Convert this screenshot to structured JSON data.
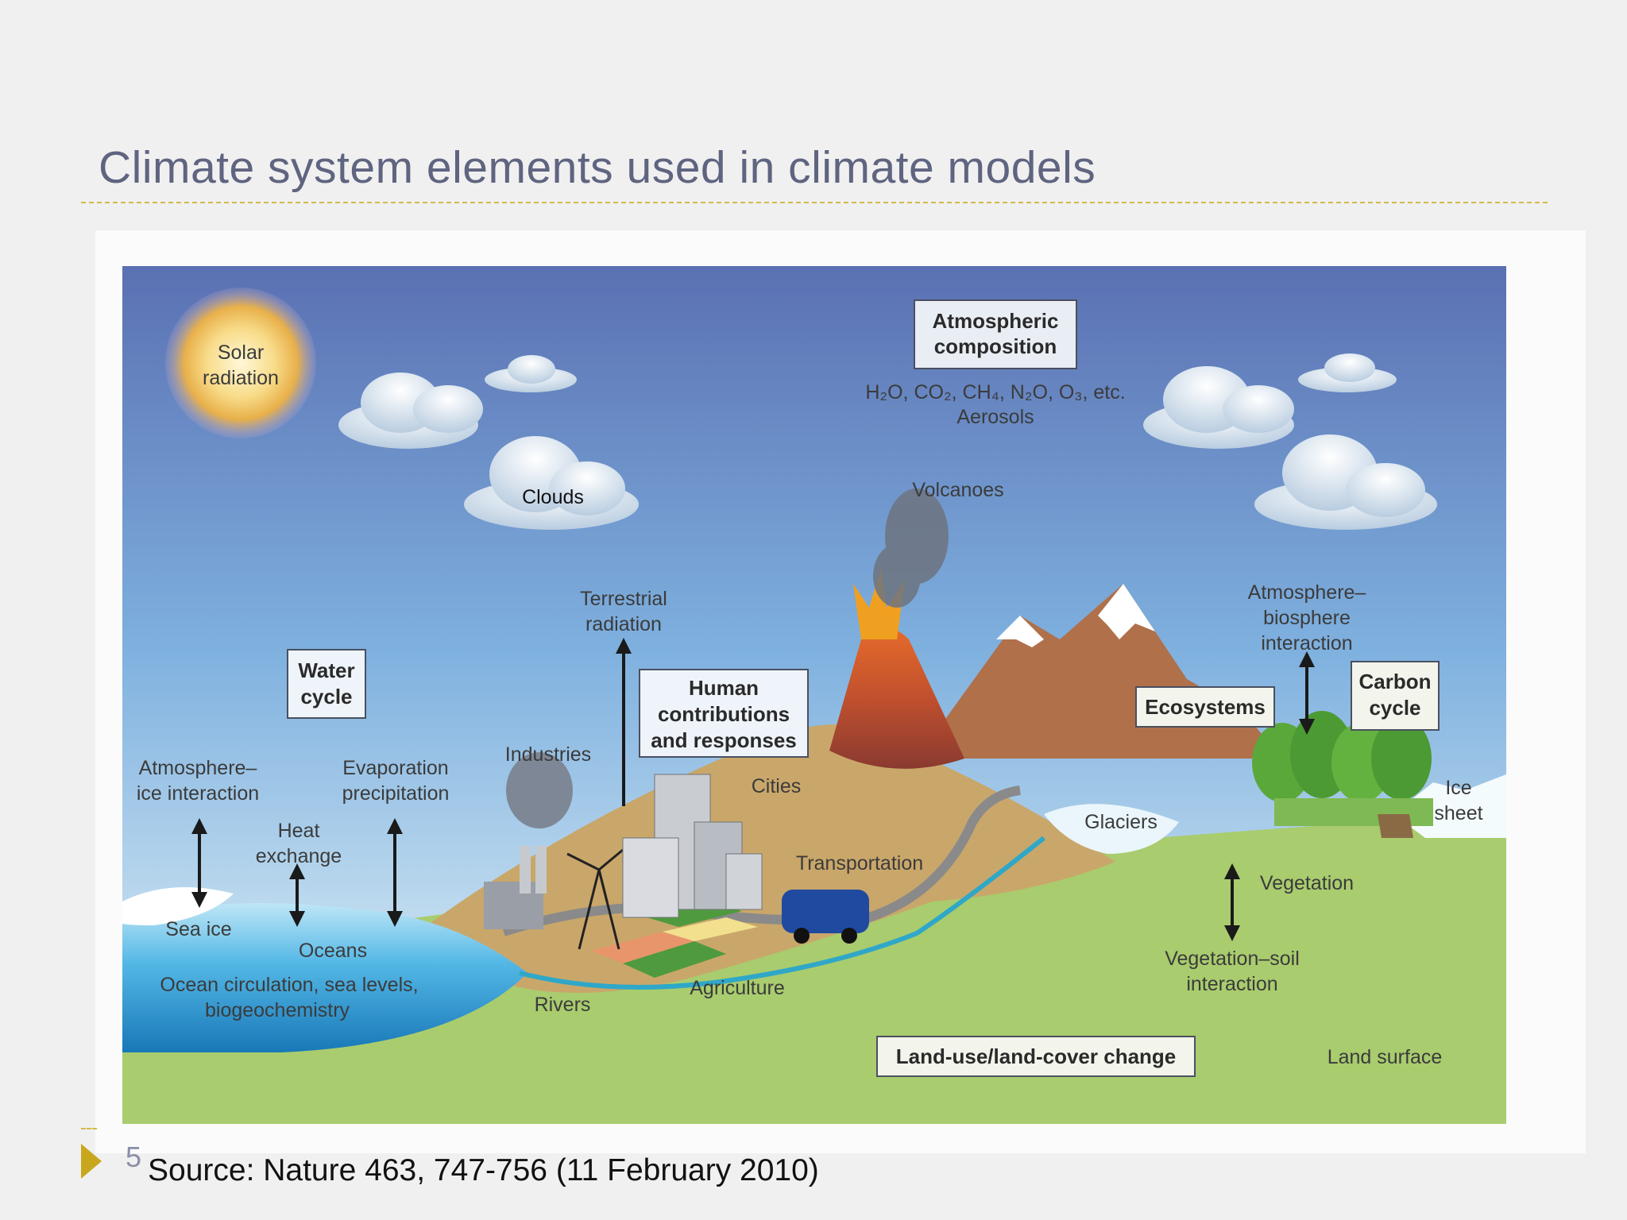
{
  "slide": {
    "title": "Climate system elements used in climate models",
    "number": "5",
    "source": "Source:  Nature 463, 747-756 (11 February 2010)"
  },
  "diagram": {
    "sun_label": [
      "Solar",
      "radiation"
    ],
    "clouds_label": "Clouds",
    "atmospheric_box": [
      "Atmospheric",
      "composition"
    ],
    "gases": "H₂O, CO₂, CH₄, N₂O, O₃, etc.",
    "aerosols": "Aerosols",
    "volcanoes": "Volcanoes",
    "terrestrial": [
      "Terrestrial",
      "radiation"
    ],
    "water_cycle_box": [
      "Water",
      "cycle"
    ],
    "human_box": [
      "Human",
      "contributions",
      "and responses"
    ],
    "industries": "Industries",
    "cities": "Cities",
    "transportation": "Transportation",
    "agriculture": "Agriculture",
    "rivers": "Rivers",
    "atm_ice": [
      "Atmosphere–",
      "ice interaction"
    ],
    "evaporation": [
      "Evaporation",
      "precipitation"
    ],
    "heat_exchange": [
      "Heat",
      "exchange"
    ],
    "sea_ice": "Sea ice",
    "oceans": "Oceans",
    "ocean_circulation": [
      "Ocean circulation, sea levels,",
      "biogeochemistry"
    ],
    "atm_bio": [
      "Atmosphere–",
      "biosphere",
      "interaction"
    ],
    "ecosystems_box": "Ecosystems",
    "carbon_box": [
      "Carbon",
      "cycle"
    ],
    "glaciers": "Glaciers",
    "ice_sheet": [
      "Ice",
      "sheet"
    ],
    "vegetation": "Vegetation",
    "veg_soil": [
      "Vegetation–soil",
      "interaction"
    ],
    "landuse_box": "Land-use/land-cover change",
    "land_surface": "Land surface"
  },
  "colors": {
    "title": "#5f6480",
    "rule": "#d4b84a",
    "bullet": "#c9a71c",
    "sky_top": "#5b72b4",
    "sky_bottom": "#cfe4f3",
    "land": "#a9cc6e",
    "hill": "#c9a76a",
    "ocean": "#2a9fd6"
  }
}
